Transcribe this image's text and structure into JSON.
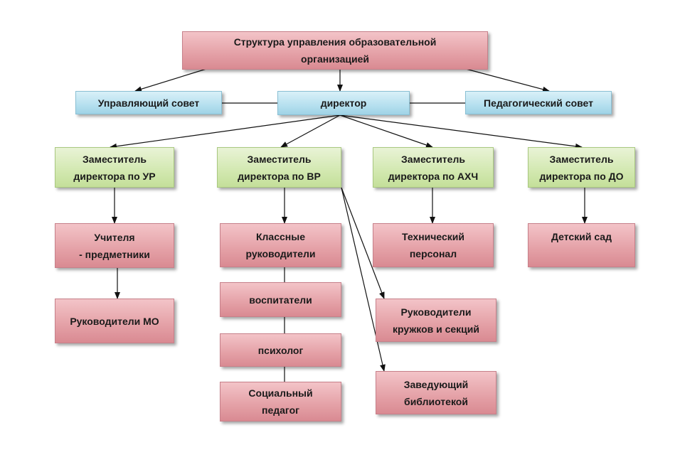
{
  "diagram": {
    "title": "Структура управления образовательной\nорганизацией",
    "top_row": {
      "council": "Управляющий совет",
      "director": "директор",
      "ped_council": "Педагогический совет"
    },
    "deputies": {
      "ur": "Заместитель\nдиректора по УР",
      "vr": "Заместитель\nдиректора по ВР",
      "ahch": "Заместитель\nдиректора по АХЧ",
      "do": "Заместитель\nдиректора по ДО"
    },
    "units": {
      "teachers": "Учителя\n- предметники",
      "mo_heads": "Руководители МО",
      "class_heads": "Классные\nруководители",
      "educators": "воспитатели",
      "psychologist": "психолог",
      "social_ped": "Социальный\nпедагог",
      "tech_staff": "Технический\nперсонал",
      "club_heads": "Руководители\nкружков и секций",
      "librarian": "Заведующий\nбиблиотекой",
      "kindergarten": "Детский сад"
    }
  }
}
